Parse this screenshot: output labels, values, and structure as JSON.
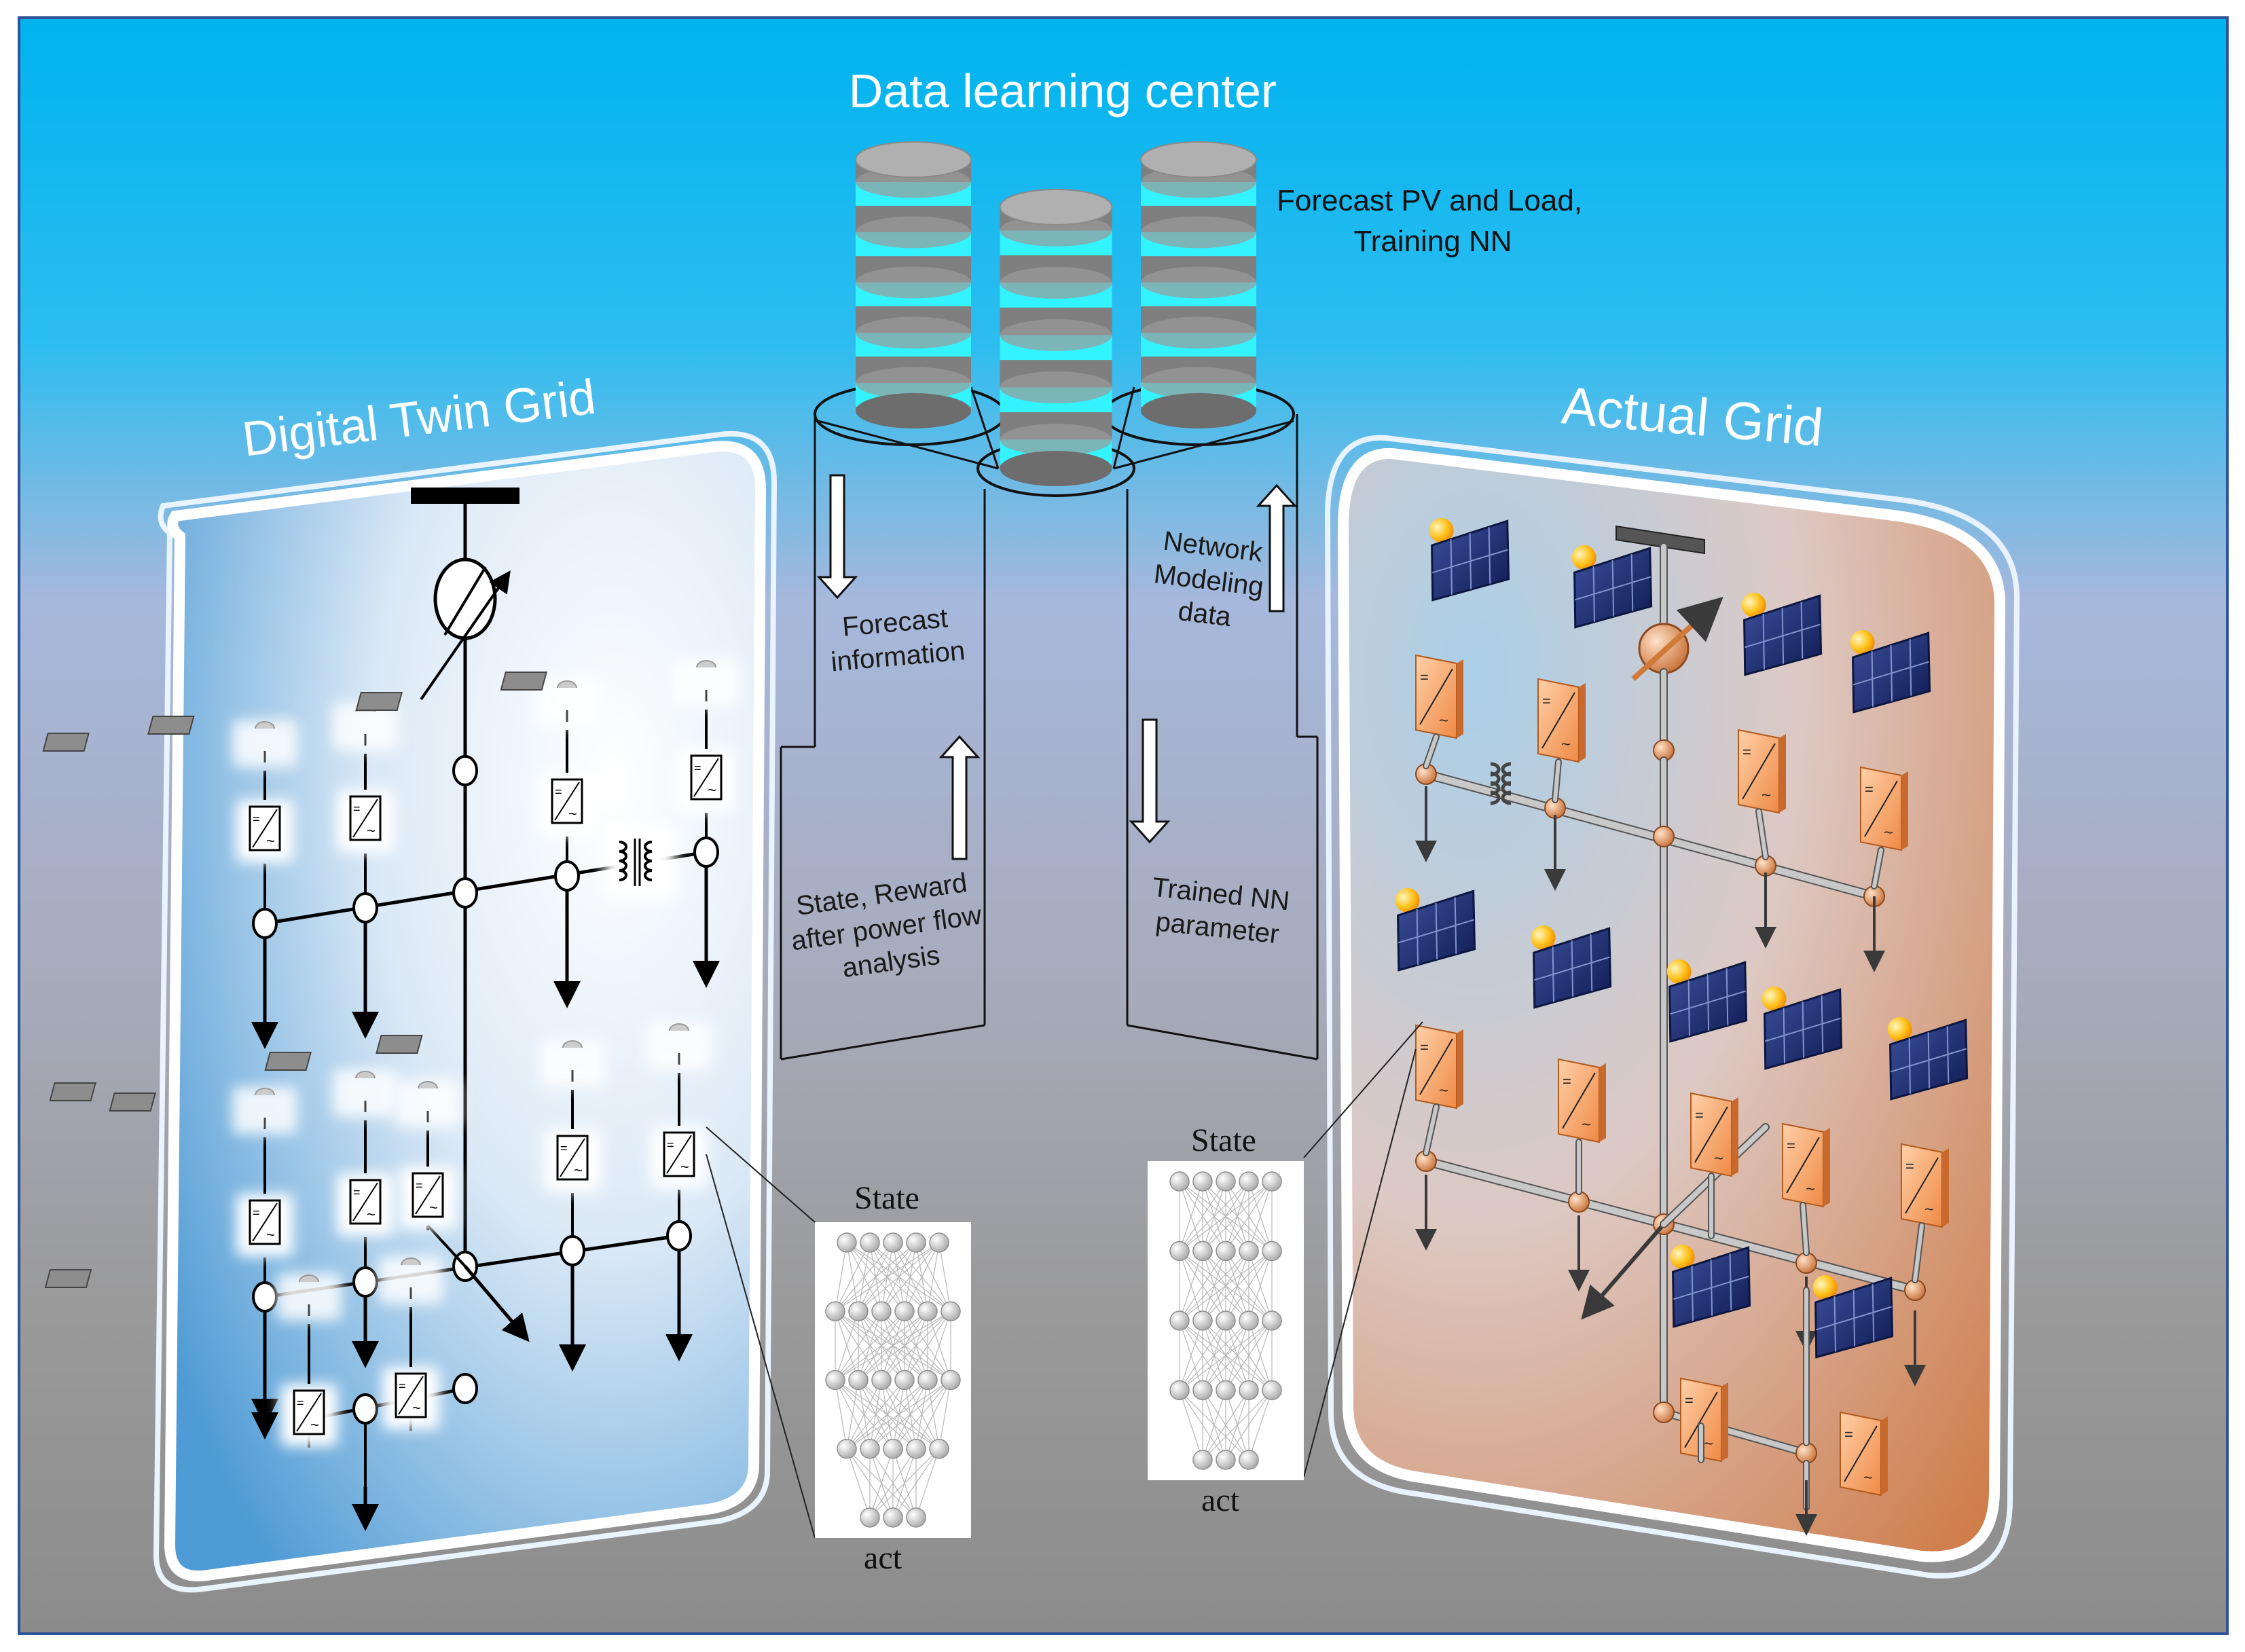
{
  "title": "Data learning center",
  "datacenter_caption": [
    "Forecast PV and Load,",
    "Training NN"
  ],
  "left_panel_title": "Digital Twin Grid",
  "right_panel_title": "Actual Grid",
  "flows": {
    "forecast": [
      "Forecast",
      "information"
    ],
    "state_reward": [
      "State, Reward",
      "after power flow",
      "analysis"
    ],
    "network_modeling": [
      "Network",
      "Modeling",
      "data"
    ],
    "trained_nn": [
      "Trained NN",
      "parameter"
    ]
  },
  "nn_left": {
    "top_label": "State",
    "bottom_label": "act",
    "layers": [
      5,
      6,
      6,
      5,
      3
    ]
  },
  "nn_right": {
    "top_label": "State",
    "bottom_label": "act",
    "layers": [
      5,
      5,
      5,
      5,
      3
    ]
  },
  "colors": {
    "sky_top": "#00b5f0",
    "sky_mid": "#a9b8dc",
    "ground": "#8f8f8f",
    "db_band": "#33f3ff",
    "db_gray": "#7f7f7f",
    "twin_panel": "#4b98d4",
    "actual_panel": "#cf8050",
    "panel_border": "#ffffff",
    "inverter_orange": "#f29a5c",
    "sun": "#ffb81c"
  }
}
